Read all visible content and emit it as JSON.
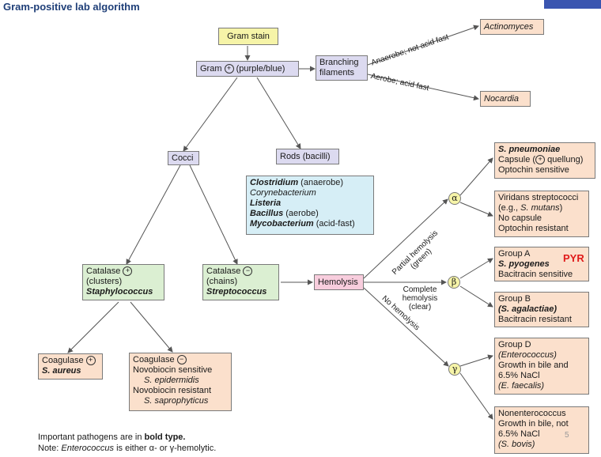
{
  "title": "Gram-positive lab algorithm",
  "nodes": {
    "gram_stain": "Gram stain",
    "gram_pos_a": "Gram",
    "gram_pos_symbol": "+",
    "gram_pos_b": "(purple/blue)",
    "branching": "Branching",
    "filaments": "filaments",
    "actinomyces": "Actinomyces",
    "nocardia": "Nocardia",
    "cocci": "Cocci",
    "rods": "Rods (bacilli)",
    "rods_list": [
      {
        "name": "Clostridium",
        "note": " (anaerobe)",
        "bold": true
      },
      {
        "name": "Corynebacterium",
        "note": "",
        "bold": false
      },
      {
        "name": "Listeria",
        "note": "",
        "bold": true
      },
      {
        "name": "Bacillus",
        "note": " (aerobe)",
        "bold": true
      },
      {
        "name": "Mycobacterium",
        "note": " (acid-fast)",
        "bold": true
      }
    ],
    "cat_pos_label": "Catalase",
    "cat_pos_symbol": "+",
    "cat_pos_sub": "(clusters)",
    "cat_pos_genus": "Staphylococcus",
    "cat_neg_label": "Catalase",
    "cat_neg_symbol": "−",
    "cat_neg_sub": "(chains)",
    "cat_neg_genus": "Streptococcus",
    "hemolysis": "Hemolysis",
    "coag_pos_label": "Coagulase",
    "coag_pos_symbol": "+",
    "coag_pos_species": "S. aureus",
    "coag_neg_label": "Coagulase",
    "coag_neg_symbol": "−",
    "novo_sens": "Novobiocin sensitive",
    "s_epi": "S. epidermidis",
    "novo_res": "Novobiocin resistant",
    "s_sapro": "S. saprophyticus",
    "s_pneumo": "S. pneumoniae",
    "capsule_a": "Capsule (",
    "capsule_symbol": "+",
    "capsule_b": " quellung)",
    "optochin_sens": "Optochin sensitive",
    "viridans": "Viridans streptococci",
    "eg_a": "(e.g., ",
    "eg_species": "S. mutans",
    "eg_b": ")",
    "no_capsule": "No capsule",
    "optochin_res": "Optochin resistant",
    "group_a": "Group A",
    "s_pyogenes": "S. pyogenes",
    "bacitracin_sens": "Bacitracin sensitive",
    "group_b": "Group B",
    "s_agal": "(S. agalactiae)",
    "bacitracin_res": "Bacitracin resistant",
    "group_d": "Group D",
    "enterococcus": "(Enterococcus)",
    "growth_bile": "Growth in bile and",
    "nacl_65": "6.5% NaCl",
    "e_faecalis": "(E. faecalis)",
    "nonentero": "Nonenterococcus",
    "growth_bile_not": "Growth in bile, not",
    "nacl_65b": "6.5% NaCl",
    "s_bovis": "(S. bovis)"
  },
  "edge_labels": {
    "anaerobe": "Anaerobe; not acid fast",
    "aerobe": "Aerobe; acid fast",
    "partial_1": "Partial hemolysis",
    "partial_2": "(green)",
    "complete_1": "Complete",
    "complete_2": "hemolysis",
    "complete_3": "(clear)",
    "no_hemolysis": "No hemolysis"
  },
  "greek": {
    "alpha": "α",
    "beta": "β",
    "gamma": "γ"
  },
  "pyr": "PYR",
  "footnote": {
    "line1_a": "Important pathogens are in ",
    "line1_b": "bold type.",
    "line2_a": "Note: ",
    "line2_b": "Enterococcus",
    "line2_c": " is either ",
    "line2_d": "α",
    "line2_e": "- or ",
    "line2_f": "γ",
    "line2_g": "-hemolytic."
  },
  "page_number": "5"
}
